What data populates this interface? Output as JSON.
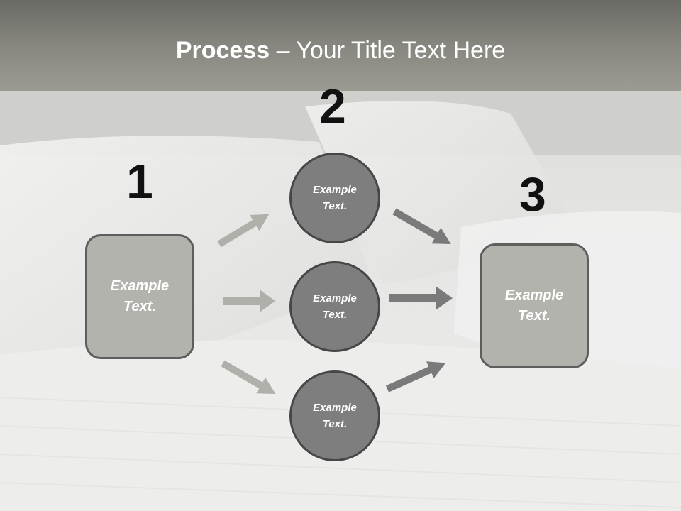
{
  "title": {
    "bold": "Process",
    "rest": " – Your Title Text Here"
  },
  "steps": [
    {
      "number": "1",
      "text": "Example Text."
    },
    {
      "number": "2",
      "text": "Example Text."
    },
    {
      "number": "3",
      "text": "Example Text."
    }
  ],
  "middle_nodes": [
    {
      "text": "Example Text."
    },
    {
      "text": "Example Text."
    },
    {
      "text": "Example Text."
    }
  ],
  "colors": {
    "left_arrows": "#b0b0aa",
    "right_arrows": "#7a7a7a",
    "box_fill": "#b3b3ad",
    "circle_fill": "#7e7e7e"
  }
}
